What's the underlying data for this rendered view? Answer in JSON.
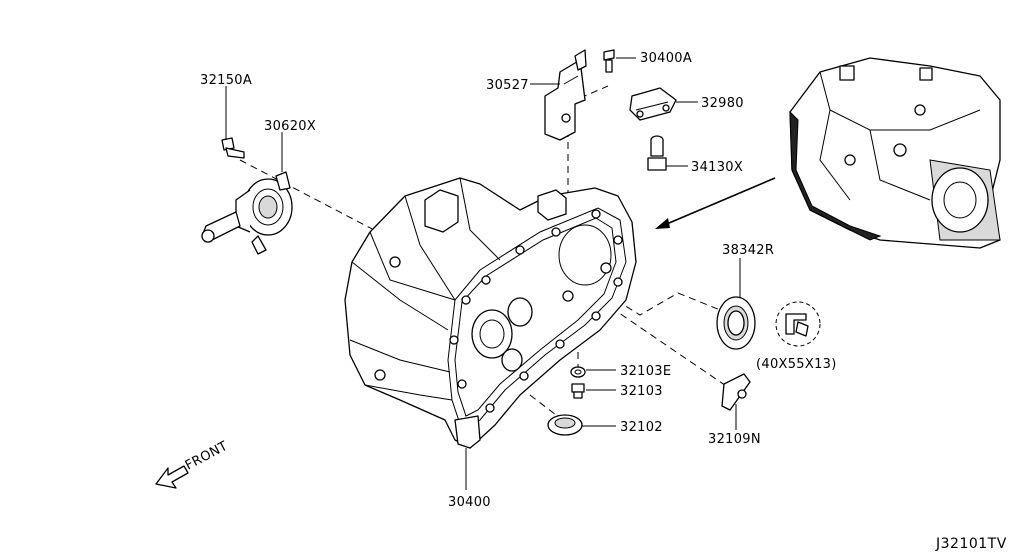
{
  "diagram": {
    "ref_code": "J32101TV",
    "direction_label": "FRONT",
    "dimension_note": "(40X55X13)",
    "parts": [
      {
        "id": "p32150A",
        "label": "32150A"
      },
      {
        "id": "p30620X",
        "label": "30620X"
      },
      {
        "id": "p30527",
        "label": "30527"
      },
      {
        "id": "p30400A",
        "label": "30400A"
      },
      {
        "id": "p32980",
        "label": "32980"
      },
      {
        "id": "p34130X",
        "label": "34130X"
      },
      {
        "id": "p38342R",
        "label": "38342R"
      },
      {
        "id": "p32103E",
        "label": "32103E"
      },
      {
        "id": "p32103",
        "label": "32103"
      },
      {
        "id": "p32102",
        "label": "32102"
      },
      {
        "id": "p32109N",
        "label": "32109N"
      },
      {
        "id": "p30400",
        "label": "30400"
      }
    ]
  }
}
